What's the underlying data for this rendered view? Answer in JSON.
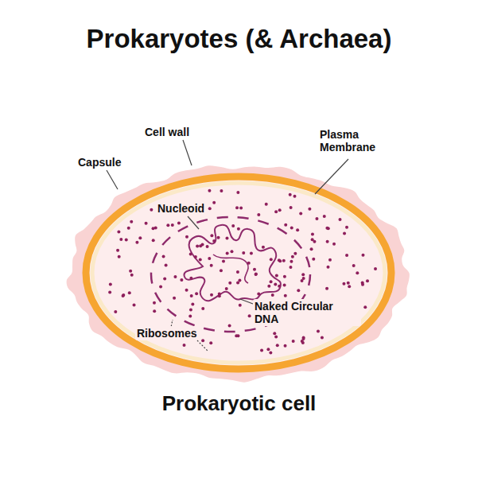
{
  "diagram": {
    "title": "Prokaryotes (& Archaea)",
    "caption": "Prokaryotic cell",
    "labels": [
      "Cell wall",
      "Plasma Membrane",
      "Capsule",
      "Nucleoid",
      "Naked Circular DNA",
      "Ribosomes"
    ]
  }
}
